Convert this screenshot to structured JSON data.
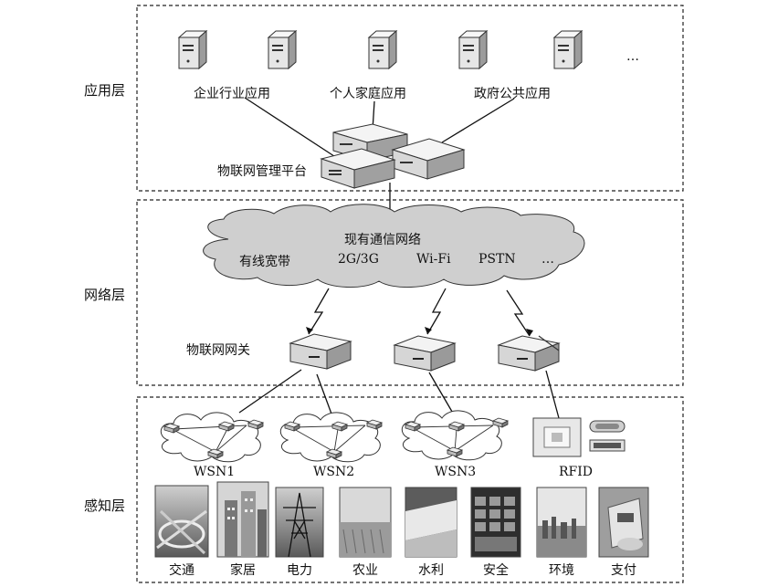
{
  "layers": {
    "application": "应用层",
    "network": "网络层",
    "perception": "感知层"
  },
  "application": {
    "apps": [
      "企业行业应用",
      "个人家庭应用",
      "政府公共应用"
    ],
    "more": "…",
    "platform": "物联网管理平台"
  },
  "network": {
    "cloud_title": "现有通信网络",
    "networks": [
      "有线宽带",
      "2G/3G",
      "Wi-Fi",
      "PSTN",
      "…"
    ],
    "gateway": "物联网网关"
  },
  "perception": {
    "sensor_networks": [
      "WSN1",
      "WSN2",
      "WSN3",
      "RFID"
    ],
    "domains": [
      "交通",
      "家居",
      "电力",
      "农业",
      "水利",
      "安全",
      "环境",
      "支付"
    ]
  },
  "colors": {
    "line": "#111111",
    "device_light": "#eeeeee",
    "device_dark": "#9a9a9a"
  }
}
